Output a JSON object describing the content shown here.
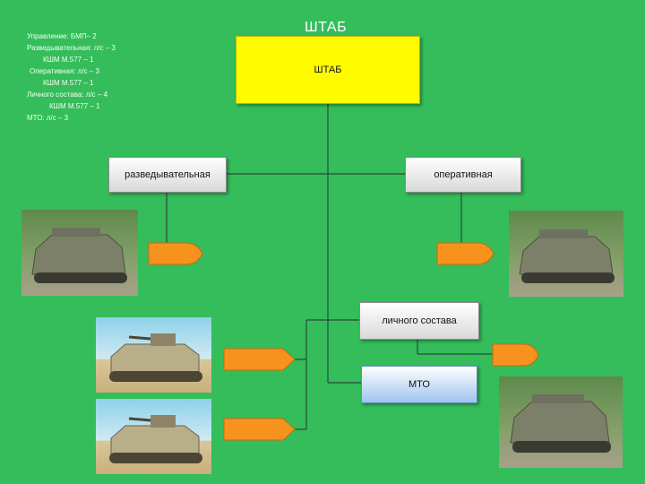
{
  "info": {
    "line1": "Управление: БМП– 2",
    "line2": "Разведывательная: л/с – 3",
    "line3": "КШМ М.577 – 1",
    "line4": "Оперативная: л/с – 3",
    "line5": "КШМ М.577 – 1",
    "line6": "Личного состава: л/с – 4",
    "line7": "КШМ М.577 – 1",
    "line8": "МТО: л/с – 3"
  },
  "heading": "ШТАБ",
  "nodes": {
    "hq": "ШТАБ",
    "recon": "разведывательная",
    "oper": "оперативная",
    "personnel": "личного состава",
    "mto": "МТО"
  },
  "colors": {
    "background": "#34bd5a",
    "hq_fill": "#fffc00",
    "connector": "#2f4a3a",
    "arrow": "#f7921e",
    "mto_fill": "#9fc4ee"
  },
  "images": [
    {
      "icon": "command-vehicle-photo"
    },
    {
      "icon": "command-vehicle-photo"
    },
    {
      "icon": "ifv-photo"
    },
    {
      "icon": "ifv-photo"
    },
    {
      "icon": "command-vehicle-photo"
    }
  ]
}
